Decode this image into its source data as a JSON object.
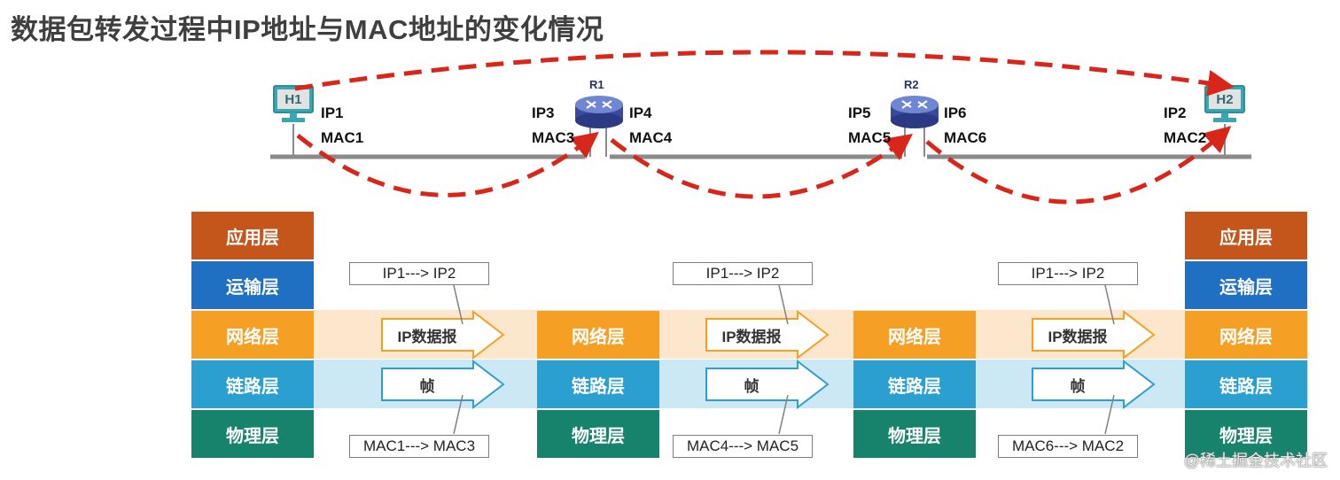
{
  "title": "数据包转发过程中IP地址与MAC地址的变化情况",
  "colors": {
    "application": "#c4561b",
    "transport": "#1f6fc2",
    "network": "#f5a025",
    "link": "#2b9fd0",
    "physical": "#18836d",
    "network_band": "#fde7cc",
    "link_band": "#cde8f5",
    "dashed_path": "#d8261b"
  },
  "hosts": [
    {
      "name": "H1",
      "ip": "IP1",
      "mac": "MAC1"
    },
    {
      "name": "H2",
      "ip": "IP2",
      "mac": "MAC2"
    }
  ],
  "routers": [
    {
      "name": "R1",
      "left_ip": "IP3",
      "left_mac": "MAC3",
      "right_ip": "IP4",
      "right_mac": "MAC4"
    },
    {
      "name": "R2",
      "left_ip": "IP5",
      "left_mac": "MAC5",
      "right_ip": "IP6",
      "right_mac": "MAC6"
    }
  ],
  "layers": {
    "application": "应用层",
    "transport": "运输层",
    "network": "网络层",
    "link": "链路层",
    "physical": "物理层"
  },
  "segments": [
    {
      "packet": "IP数据报",
      "frame": "帧",
      "ip_addr": "IP1---> IP2",
      "mac_addr": "MAC1---> MAC3"
    },
    {
      "packet": "IP数据报",
      "frame": "帧",
      "ip_addr": "IP1---> IP2",
      "mac_addr": "MAC4---> MAC5"
    },
    {
      "packet": "IP数据报",
      "frame": "帧",
      "ip_addr": "IP1---> IP2",
      "mac_addr": "MAC6---> MAC2"
    }
  ],
  "watermark": "@稀土掘金技术社区"
}
